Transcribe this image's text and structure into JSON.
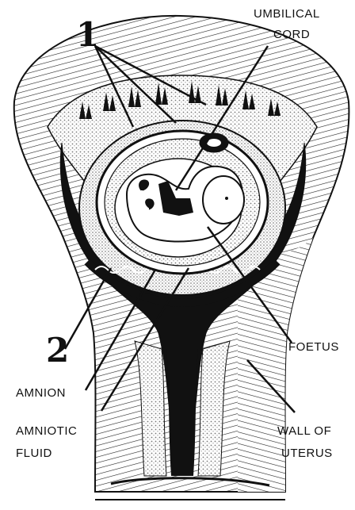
{
  "labels": {
    "num1": "1",
    "num2": "2",
    "umbilical_cord_line1": "UMBILICAL",
    "umbilical_cord_line2": "CORD",
    "foetus": "FOETUS",
    "amnion": "AMNION",
    "amniotic_fluid_line1": "AMNIOTIC",
    "amniotic_fluid_line2": "FLUID",
    "wall_of_uterus_line1": "WALL OF",
    "wall_of_uterus_line2": "UTERUS"
  },
  "colors": {
    "ink": "#111111",
    "paper": "#ffffff",
    "stipple": "#8a8a8a"
  }
}
